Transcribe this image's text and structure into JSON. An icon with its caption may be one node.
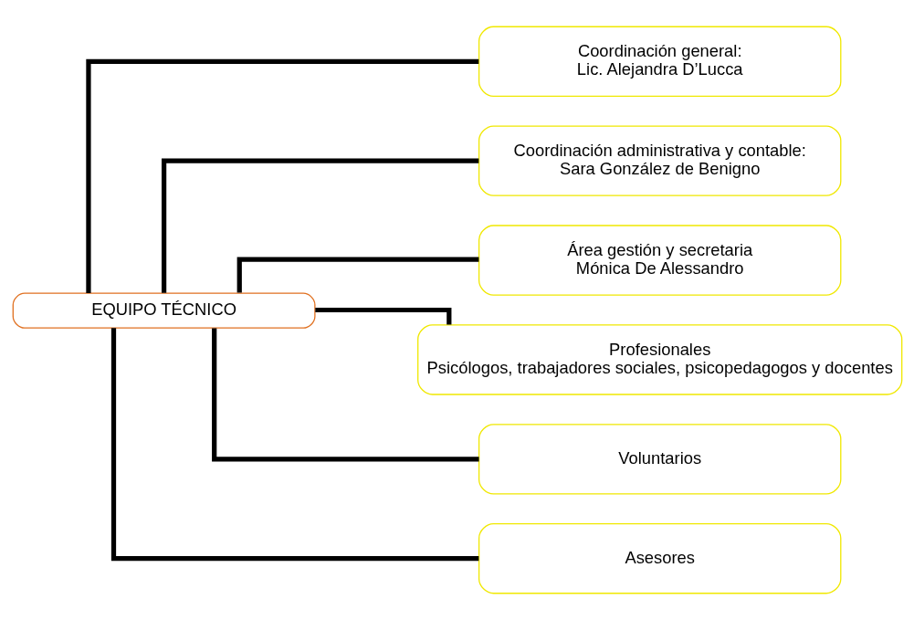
{
  "diagram": {
    "nodes": [
      {
        "text": [
          "EQUIPO TÉCNICO"
        ]
      },
      {
        "text": [
          "Coordinación general:",
          "Lic. Alejandra D’Lucca"
        ]
      },
      {
        "text": [
          "Coordinación administrativa y contable:",
          "Sara González de Benigno"
        ]
      },
      {
        "text": [
          "Área gestión y secretaria",
          "Mónica De Alessandro"
        ]
      },
      {
        "text": [
          "Profesionales",
          "Psicólogos, trabajadores sociales, psicopedagogos y docentes"
        ]
      },
      {
        "text": [
          "Voluntarios"
        ]
      },
      {
        "text": [
          "Asesores"
        ]
      }
    ],
    "edges": [
      {
        "from": 0,
        "to": 1,
        "arrow": "none"
      },
      {
        "from": 0,
        "to": 2,
        "arrow": "none"
      },
      {
        "from": 0,
        "to": 3,
        "arrow": "none"
      },
      {
        "from": 0,
        "to": 4,
        "arrow": "none"
      },
      {
        "from": 0,
        "to": 5,
        "arrow": "none"
      },
      {
        "from": 0,
        "to": 6,
        "arrow": "none"
      }
    ]
  }
}
